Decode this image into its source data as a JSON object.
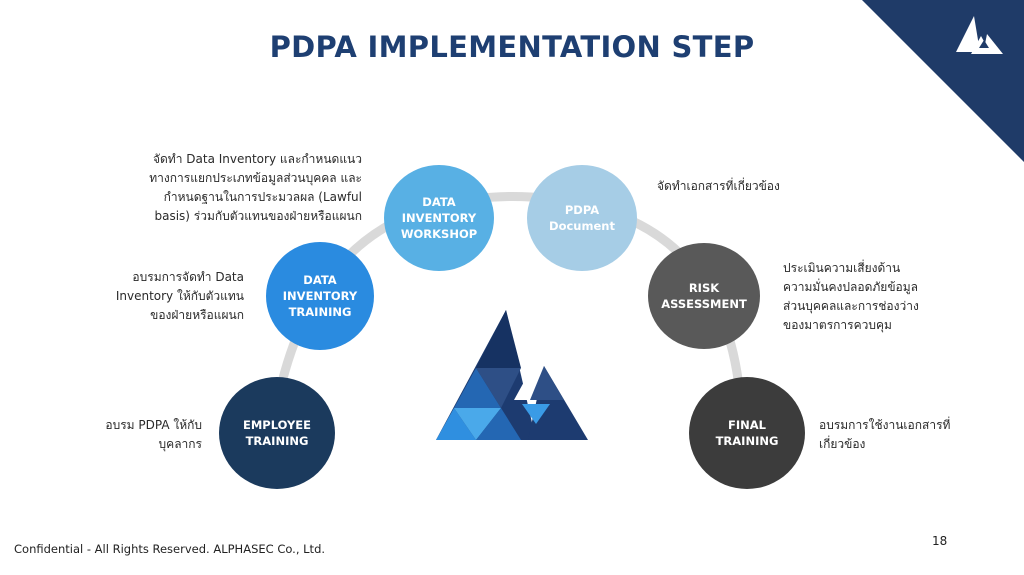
{
  "title": "PDPA IMPLEMENTATION STEP",
  "steps": [
    {
      "id": "employee",
      "label": "EMPLOYEE\nTRAINING",
      "color": "#1b3a5d"
    },
    {
      "id": "inventory_training",
      "label": "DATA\nINVENTORY\nTRAINING",
      "color": "#2a8be0"
    },
    {
      "id": "workshop",
      "label": "DATA\nINVENTORY\nWORKSHOP",
      "color": "#58b0e4"
    },
    {
      "id": "document",
      "label": "PDPA\nDocument",
      "color": "#a6cde6"
    },
    {
      "id": "risk",
      "label": "RISK\nASSESSMENT",
      "color": "#595959"
    },
    {
      "id": "final",
      "label": "FINAL\nTRAINING",
      "color": "#3c3c3c"
    }
  ],
  "descriptions": {
    "workshop": "จัดทำ Data Inventory และกำหนดแนว\nทางการแยกประเภทข้อมูลส่วนบุคคล และ\nกำหนดฐานในการประมวลผล (Lawful\nbasis) ร่วมกับตัวแทนของฝ่ายหรือแผนก",
    "inventory_training": "อบรมการจัดทำ Data\nInventory ให้กับตัวแทน\nของฝ่ายหรือแผนก",
    "employee": "อบรม PDPA ให้กับ\nบุคลากร",
    "document": "จัดทำเอกสารที่เกี่ยวข้อง",
    "risk": "ประเมินความเสี่ยงด้าน\nความมั่นคงปลอดภัยข้อมูล\nส่วนบุคคลและการช่องว่าง\nของมาตรการควบคุม",
    "final": "อบรมการใช้งานเอกสารที่\nเกี่ยวข้อง"
  },
  "footer": "Confidential - All Rights Reserved. ALPHASEC Co., Ltd.",
  "page_number": "18",
  "colors": {
    "brand_navy": "#1e3f72",
    "corner": "#1f3b68",
    "arc": "#d9d9d9"
  }
}
